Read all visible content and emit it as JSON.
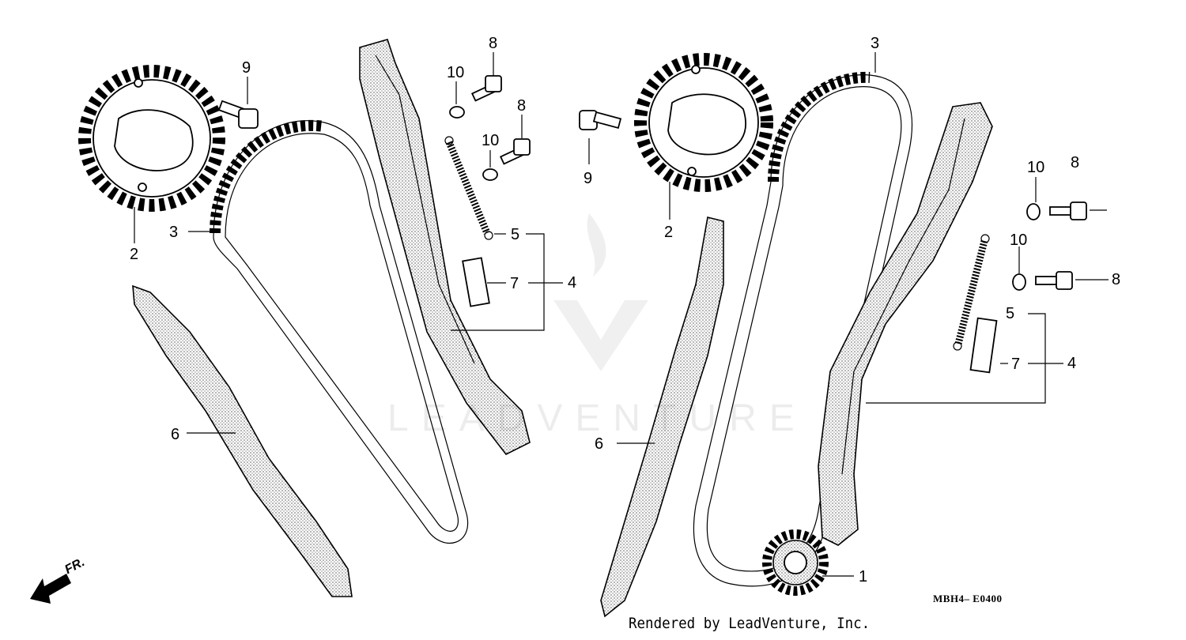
{
  "diagram": {
    "callouts": {
      "l_9": "9",
      "l_10a": "10",
      "l_8a": "8",
      "l_8b": "8",
      "l_10b": "10",
      "l_2": "2",
      "l_3": "3",
      "l_5": "5",
      "l_7": "7",
      "l_4": "4",
      "l_6": "6",
      "r_9": "9",
      "r_3": "3",
      "r_2": "2",
      "r_10a": "10",
      "r_8a": "8",
      "r_10b": "10",
      "r_8b": "8",
      "r_5": "5",
      "r_7": "7",
      "r_4": "4",
      "r_6": "6",
      "r_1": "1"
    },
    "direction_label": "FR.",
    "drawing_code": "MBH4– E0400",
    "footer_credit": "Rendered by LeadVenture, Inc.",
    "watermark_text": "LEADVENTURE"
  },
  "colors": {
    "line": "#000000",
    "background": "#ffffff"
  },
  "icons": {
    "direction_arrow": "front-arrow-icon",
    "watermark_logo": "leadventure-logo-icon"
  }
}
